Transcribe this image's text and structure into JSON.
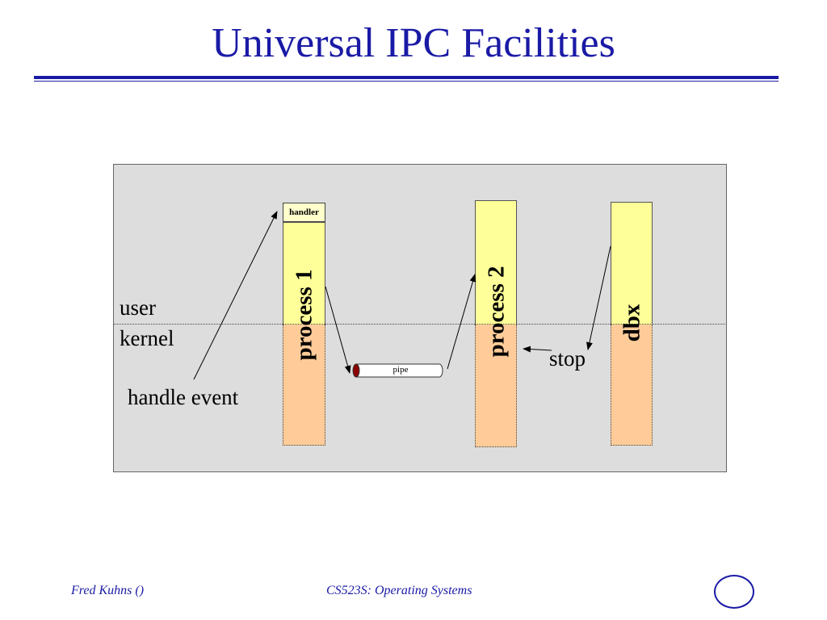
{
  "title": "Universal IPC Facilities",
  "diagram": {
    "layers": {
      "user": "user",
      "kernel": "kernel"
    },
    "handler": "handler",
    "process1": "process 1",
    "process2": "process 2",
    "dbx": "dbx",
    "pipe": "pipe",
    "stop": "stop",
    "handle_event": "handle event"
  },
  "colors": {
    "title": "#1a1aa6",
    "user_space": "#ffff99",
    "kernel_space": "#ffcc99",
    "panel": "#dddddd",
    "pipe_end": "#8b0000"
  },
  "footer": {
    "author": "Fred Kuhns ()",
    "course": "CS523S: Operating Systems"
  }
}
